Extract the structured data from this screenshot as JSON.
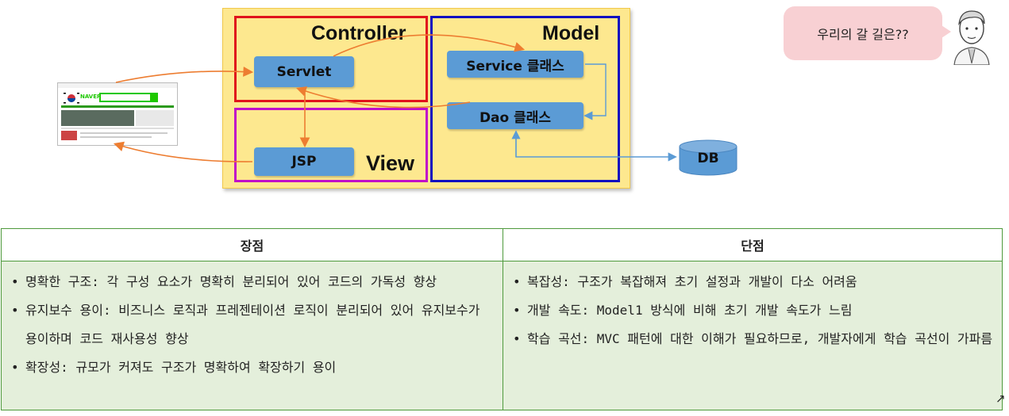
{
  "diagram": {
    "zones": {
      "controller": "Controller",
      "model": "Model",
      "view": "View"
    },
    "nodes": {
      "servlet": "Servlet",
      "jsp": "JSP",
      "service": "Service 클래스",
      "dao": "Dao 클래스",
      "db": "DB"
    },
    "browser": {
      "logo": "NAVER"
    },
    "speech_bubble": "우리의 갈 길은??"
  },
  "table": {
    "headers": [
      "장점",
      "단점"
    ],
    "pros": [
      "명확한 구조: 각 구성 요소가 명확히 분리되어 있어 코드의 가독성 향상",
      "유지보수 용이: 비즈니스 로직과 프레젠테이션 로직이 분리되어 있어 유지보수가 용이하며 코드 재사용성 향상",
      "확장성: 규모가 커져도 구조가 명확하여 확장하기 용이"
    ],
    "cons": [
      "복잡성: 구조가 복잡해져 초기 설정과 개발이 다소 어려움",
      "개발 속도: Model1 방식에 비해 초기 개발 속도가 느림",
      "학습 곡선: MVC 패턴에 대한 이해가 필요하므로, 개발자에게 학습 곡선이 가파름"
    ]
  },
  "corner_mark": "↗",
  "colors": {
    "controller_border": "#e0141c",
    "model_border": "#1010c0",
    "view_border": "#c010c8",
    "node_fill": "#5b9bd5",
    "arrow_orange": "#ed7d31",
    "arrow_blue": "#5b9bd5",
    "table_bg": "#e4efdb",
    "table_border": "#4e9a3c"
  }
}
